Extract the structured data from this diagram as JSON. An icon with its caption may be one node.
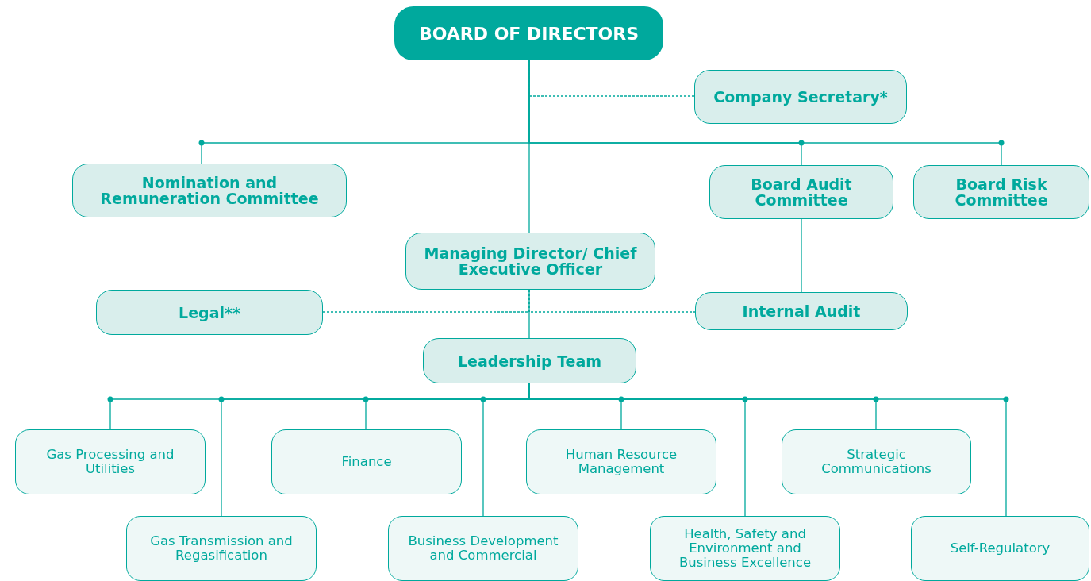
{
  "diagram": {
    "nodes": [
      {
        "text": [
          "BOARD OF DIRECTORS"
        ]
      },
      {
        "text": [
          "Company Secretary*"
        ]
      },
      {
        "text": [
          "Nomination and Remuneration Committee"
        ]
      },
      {
        "text": [
          "Board Audit Committee"
        ]
      },
      {
        "text": [
          "Board Risk Committee"
        ]
      },
      {
        "text": [
          "Managing Director/ Chief Executive Officer"
        ]
      },
      {
        "text": [
          "Legal**"
        ]
      },
      {
        "text": [
          "Internal Audit"
        ]
      },
      {
        "text": [
          "Leadership Team"
        ]
      },
      {
        "text": [
          "Gas Processing and Utilities"
        ]
      },
      {
        "text": [
          "Gas Transmission and Regasification"
        ]
      },
      {
        "text": [
          "Finance"
        ]
      },
      {
        "text": [
          "Business Development and Commercial"
        ]
      },
      {
        "text": [
          "Human Resource Management"
        ]
      },
      {
        "text": [
          "Health, Safety and Environment and Business Excellence"
        ]
      },
      {
        "text": [
          "Strategic Communications"
        ]
      },
      {
        "text": [
          "Self-Regulatory"
        ]
      }
    ],
    "edges": [
      {
        "from": 0,
        "to": 1,
        "arrow": "none",
        "style": "dashed"
      },
      {
        "from": 0,
        "to": 2,
        "arrow": "none"
      },
      {
        "from": 0,
        "to": 3,
        "arrow": "none"
      },
      {
        "from": 0,
        "to": 4,
        "arrow": "none"
      },
      {
        "from": 0,
        "to": 5,
        "arrow": "none"
      },
      {
        "from": 3,
        "to": 7,
        "arrow": "none"
      },
      {
        "from": 5,
        "to": 6,
        "arrow": "none",
        "style": "dashed"
      },
      {
        "from": 5,
        "to": 7,
        "arrow": "none",
        "style": "dashed"
      },
      {
        "from": 5,
        "to": 8,
        "arrow": "none"
      },
      {
        "from": 8,
        "to": 9,
        "arrow": "none"
      },
      {
        "from": 8,
        "to": 10,
        "arrow": "none"
      },
      {
        "from": 8,
        "to": 11,
        "arrow": "none"
      },
      {
        "from": 8,
        "to": 12,
        "arrow": "none"
      },
      {
        "from": 8,
        "to": 13,
        "arrow": "none"
      },
      {
        "from": 8,
        "to": 14,
        "arrow": "none"
      },
      {
        "from": 8,
        "to": 15,
        "arrow": "none"
      },
      {
        "from": 8,
        "to": 16,
        "arrow": "none"
      }
    ]
  }
}
